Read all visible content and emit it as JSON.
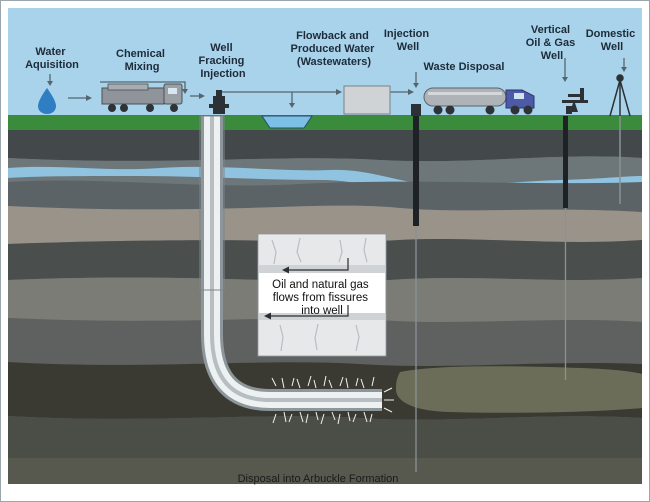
{
  "labels": {
    "water_acquisition": [
      "Water",
      "Aquisition"
    ],
    "chemical_mixing": [
      "Chemical",
      "Mixing"
    ],
    "well_fracking_injection": [
      "Well",
      "Fracking",
      "Injection"
    ],
    "flowback": [
      "Flowback and",
      "Produced Water",
      "(Wastewaters)"
    ],
    "injection_well": [
      "Injection",
      "Well"
    ],
    "waste_disposal": "Waste Disposal",
    "vertical_well": [
      "Vertical",
      "Oil & Gas",
      "Well"
    ],
    "domestic_well": [
      "Domestic",
      "Well"
    ],
    "inset": [
      "Oil and natural gas",
      "flows from fissures",
      "into well"
    ],
    "disposal": "Disposal into Arbuckle Formation"
  },
  "colors": {
    "sky": "#a9d3ea",
    "grass": "#3a8b3c",
    "water_layer": "#8fc3e0",
    "deep_layer": "#3b3a32"
  }
}
